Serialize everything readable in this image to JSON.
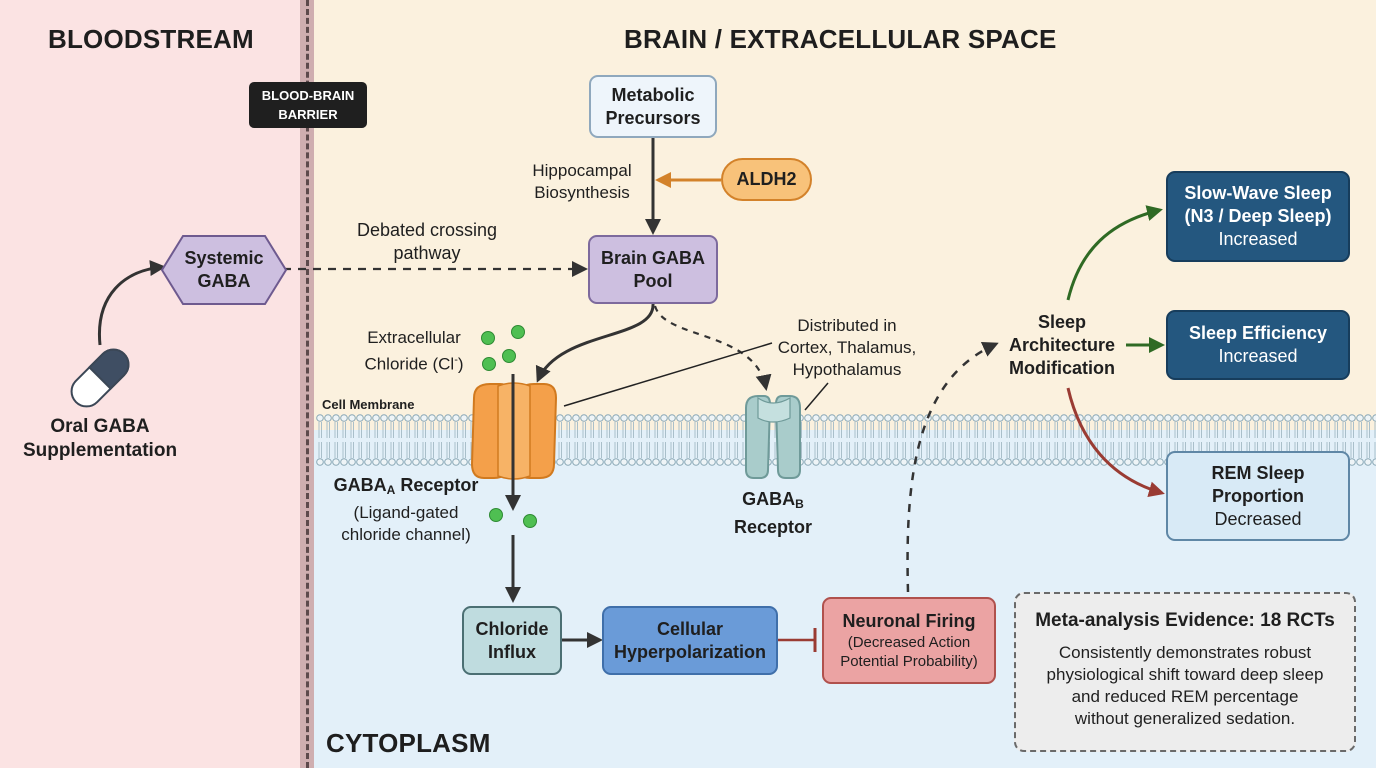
{
  "regions": {
    "bloodstream": "BLOODSTREAM",
    "brain": "BRAIN / EXTRACELLULAR SPACE",
    "cytoplasm": "CYTOPLASM",
    "barrier_line1": "BLOOD-BRAIN",
    "barrier_line2": "BARRIER",
    "membrane": "Cell Membrane"
  },
  "nodes": {
    "oral_line1": "Oral GABA",
    "oral_line2": "Supplementation",
    "systemic_line1": "Systemic",
    "systemic_line2": "GABA",
    "metabolic_line1": "Metabolic",
    "metabolic_line2": "Precursors",
    "aldh2": "ALDH2",
    "brain_pool_line1": "Brain GABA",
    "brain_pool_line2": "Pool",
    "gabaa_name": "GABA",
    "gabaa_sub": "A",
    "gabaa_suffix": " Receptor",
    "gabaa_desc1": "(Ligand-gated",
    "gabaa_desc2": "chloride channel)",
    "gabab_name": "GABA",
    "gabab_sub": "B",
    "gabab_line2": "Receptor",
    "chloride_influx_line1": "Chloride",
    "chloride_influx_line2": "Influx",
    "hyperpol_line1": "Cellular",
    "hyperpol_line2": "Hyperpolarization",
    "firing_title": "Neuronal Firing",
    "firing_desc1": "(Decreased Action",
    "firing_desc2": "Potential Probability)",
    "sleep_arch_line1": "Sleep",
    "sleep_arch_line2": "Architecture",
    "sleep_arch_line3": "Modification",
    "sws_line1": "Slow-Wave Sleep",
    "sws_line2": "(N3 / Deep Sleep)",
    "sws_effect": "Increased",
    "eff_title": "Sleep Efficiency",
    "eff_effect": "Increased",
    "rem_line1": "REM Sleep",
    "rem_line2": "Proportion",
    "rem_effect": "Decreased"
  },
  "annotations": {
    "hippocampal_line1": "Hippocampal",
    "hippocampal_line2": "Biosynthesis",
    "debated_line1": "Debated crossing",
    "debated_line2": "pathway",
    "extracellular_line1": "Extracellular",
    "extracellular_line2": "Chloride (Cl",
    "extracellular_sup": "-",
    "extracellular_close": ")",
    "distributed_line1": "Distributed in",
    "distributed_line2": "Cortex, Thalamus,",
    "distributed_line3": "Hypothalamus"
  },
  "evidence": {
    "title": "Meta-analysis Evidence: 18 RCTs",
    "body_line1": "Consistently demonstrates robust",
    "body_line2": "physiological shift toward deep sleep",
    "body_line3": "and reduced REM percentage",
    "body_line4": "without generalized sedation."
  },
  "colors": {
    "bloodstream_bg": "#fbe3e3",
    "brain_bg": "#fbf1de",
    "cytoplasm_bg": "#e3f0f9",
    "gaba_purple": "#cdbfe0",
    "aldh2_orange": "#f8c27a",
    "gabaa_orange": "#f4a04a",
    "gabab_teal": "#a9cccb",
    "chloride_green": "#4fbf52",
    "hyperpol_blue": "#6a9bd8",
    "firing_red": "#eba3a3",
    "sleep_dark_blue": "#24577f",
    "rem_light_blue": "#d8eaf6",
    "increase_arrow": "#2f6a24",
    "decrease_arrow": "#9a3b33"
  }
}
